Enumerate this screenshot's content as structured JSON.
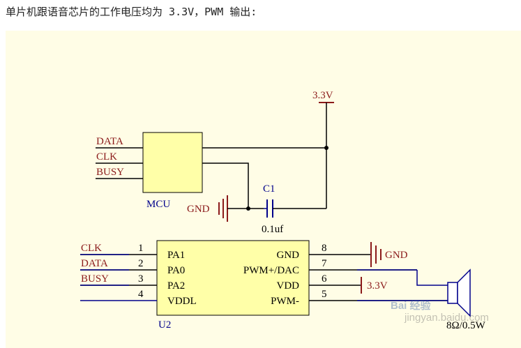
{
  "caption": "单片机跟语音芯片的工作电压均为 3.3V，PWM 输出:",
  "mcu": {
    "ref": "MCU",
    "nets": [
      "DATA",
      "CLK",
      "BUSY"
    ]
  },
  "power": {
    "vcc_label": "3.3V",
    "gnd_label": "GND"
  },
  "capacitor": {
    "ref": "C1",
    "value": "0.1uf"
  },
  "u2": {
    "ref": "U2",
    "left_nets": [
      "CLK",
      "DATA",
      "BUSY"
    ],
    "left_pins": [
      {
        "num": "1",
        "name": "PA1"
      },
      {
        "num": "2",
        "name": "PA0"
      },
      {
        "num": "3",
        "name": "PA2"
      },
      {
        "num": "4",
        "name": "VDDL"
      }
    ],
    "right_pins": [
      {
        "num": "8",
        "name": "GND"
      },
      {
        "num": "7",
        "name": "PWM+/DAC"
      },
      {
        "num": "6",
        "name": "VDD"
      },
      {
        "num": "5",
        "name": "PWM-"
      }
    ],
    "gnd_label": "GND",
    "vdd_label": "3.3V"
  },
  "speaker": {
    "rating": "8Ω/0.5W"
  },
  "watermark": {
    "brand": "Bai 经验",
    "url": "jingyan.baidu.com"
  },
  "colors": {
    "background": "#fffde6",
    "net_label": "#8b1a1a",
    "component_label": "#00008b",
    "wire": "#000000",
    "pin_wire": "#00008b",
    "component_fill": "#ffffa8"
  }
}
